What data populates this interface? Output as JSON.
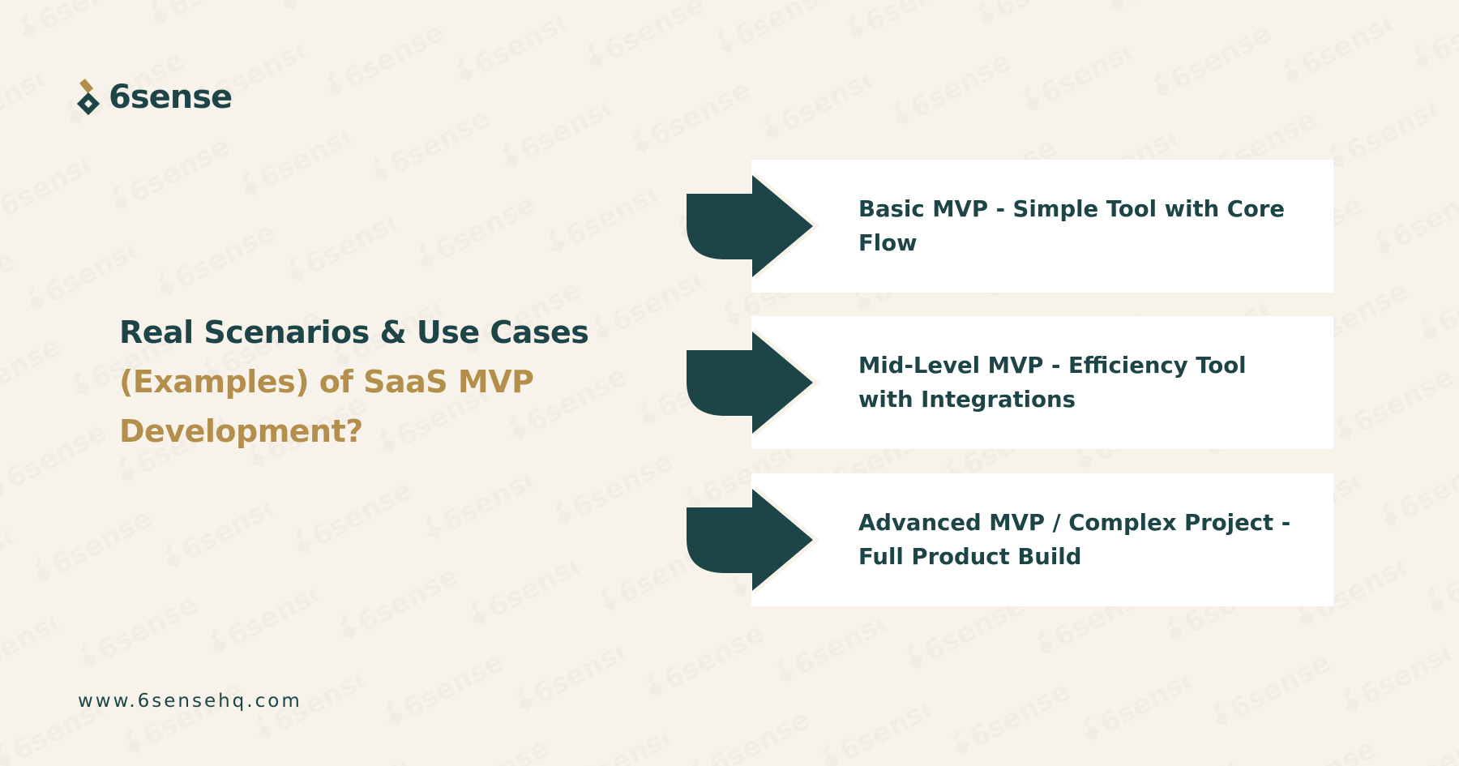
{
  "brand": {
    "name": "6sense",
    "icon": "6sense-logo-icon"
  },
  "headline": {
    "line1": "Real Scenarios & Use Cases",
    "line2": "(Examples) of SaaS MVP",
    "line3": "Development?"
  },
  "cards": [
    {
      "text": "Basic MVP - Simple Tool with Core Flow",
      "icon": "arrow-icon"
    },
    {
      "text": "Mid-Level MVP - Efficiency Tool with Integrations",
      "icon": "arrow-icon"
    },
    {
      "text": "Advanced MVP / Complex Project - Full Product Build",
      "icon": "arrow-icon"
    }
  ],
  "footer": {
    "url": "www.6sensehq.com"
  },
  "colors": {
    "background": "#f8f3ea",
    "primary": "#1d4548",
    "accent": "#b48f4b",
    "card": "#ffffff"
  }
}
